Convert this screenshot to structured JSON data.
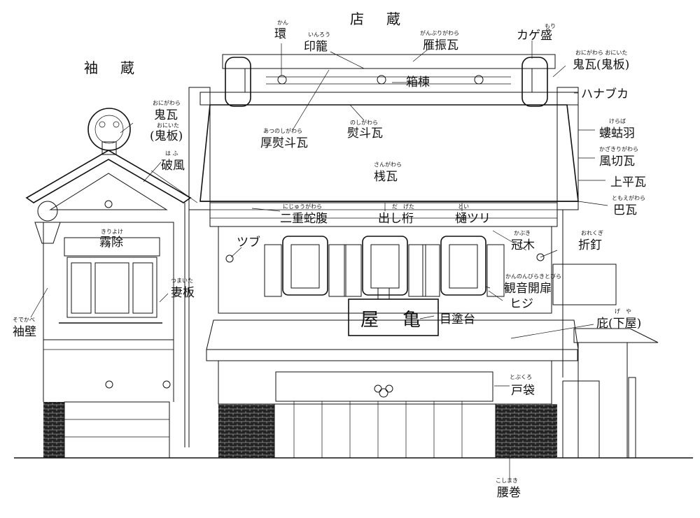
{
  "titles": {
    "main": "店　蔵",
    "side": "袖　蔵"
  },
  "sign": {
    "left": "屋",
    "right": "亀"
  },
  "labels": [
    {
      "id": "kan",
      "text": "環",
      "ruby": "かん"
    },
    {
      "id": "inro",
      "text": "印籠",
      "ruby": "いんろう"
    },
    {
      "id": "ganburi",
      "text": "雁振瓦",
      "ruby": "がんぶりがわら"
    },
    {
      "id": "kagemori",
      "text": "カゲ盛",
      "ruby": "もり"
    },
    {
      "id": "onigawara-r",
      "text": "鬼瓦(鬼板)",
      "ruby": "おにがわら おにいた"
    },
    {
      "id": "hakomune",
      "text": "箱棟",
      "ruby": ""
    },
    {
      "id": "hanabuka",
      "text": "ハナブカ",
      "ruby": ""
    },
    {
      "id": "noshi",
      "text": "熨斗瓦",
      "ruby": "のしがわら"
    },
    {
      "id": "atsunoshi",
      "text": "厚熨斗瓦",
      "ruby": "あつのしがわら"
    },
    {
      "id": "keraba",
      "text": "螻蛄羽",
      "ruby": "けらば"
    },
    {
      "id": "kazakiri",
      "text": "風切瓦",
      "ruby": "かざきりがわら"
    },
    {
      "id": "sangawara",
      "text": "桟瓦",
      "ruby": "さんがわら"
    },
    {
      "id": "uwahira",
      "text": "上平瓦",
      "ruby": ""
    },
    {
      "id": "tomoe",
      "text": "巴瓦",
      "ruby": "ともえがわら"
    },
    {
      "id": "nijuja",
      "text": "二重蛇腹",
      "ruby": "にじゅうがわら"
    },
    {
      "id": "dashigeta",
      "text": "出し桁",
      "ruby": "だ　げた"
    },
    {
      "id": "toi",
      "text": "樋ツリ",
      "ruby": "とい"
    },
    {
      "id": "onigawara-l",
      "text": "鬼瓦",
      "ruby": "おにがわら"
    },
    {
      "id": "oniita-l",
      "text": "(鬼板)",
      "ruby": "おにいた"
    },
    {
      "id": "hafu",
      "text": "破風",
      "ruby": "は ふ"
    },
    {
      "id": "kiriyoke",
      "text": "霧除",
      "ruby": "きりよけ"
    },
    {
      "id": "tsubu",
      "text": "ツブ",
      "ruby": ""
    },
    {
      "id": "kabuki",
      "text": "冠木",
      "ruby": "かぶき"
    },
    {
      "id": "oreku",
      "text": "折釘",
      "ruby": "おれくぎ"
    },
    {
      "id": "tsumaita",
      "text": "妻板",
      "ruby": "つまいた"
    },
    {
      "id": "kannon",
      "text": "観音開扉",
      "ruby": "かんのんびらきとびら"
    },
    {
      "id": "hiji",
      "text": "ヒジ",
      "ruby": ""
    },
    {
      "id": "sodekabe",
      "text": "袖壁",
      "ruby": "そでかべ"
    },
    {
      "id": "menuri",
      "text": "目塗台",
      "ruby": ""
    },
    {
      "id": "hisashi",
      "text": "庇(下屋)",
      "ruby": "げ　や"
    },
    {
      "id": "tobukuro",
      "text": "戸袋",
      "ruby": "とぶくろ"
    },
    {
      "id": "koshimaki",
      "text": "腰巻",
      "ruby": "こしまき"
    }
  ]
}
